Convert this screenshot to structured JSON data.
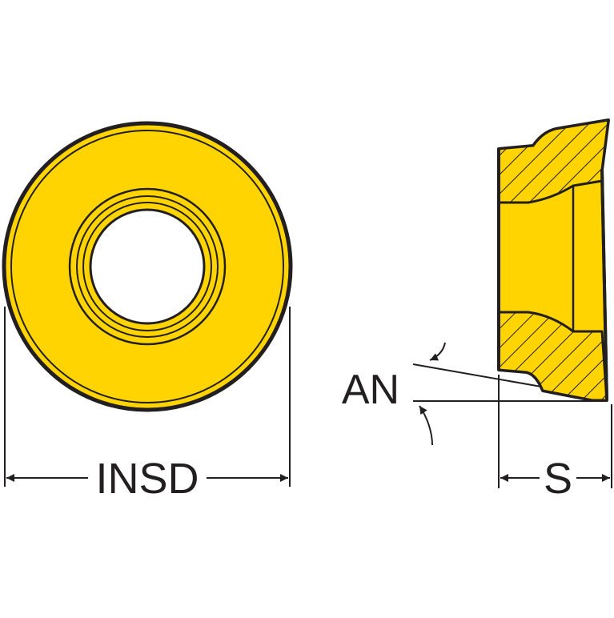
{
  "labels": {
    "diameter": "INSD",
    "angle": "AN",
    "thickness": "S"
  },
  "colors": {
    "insert_fill": "#ffd400",
    "outline": "#231f20",
    "background": "#ffffff"
  }
}
